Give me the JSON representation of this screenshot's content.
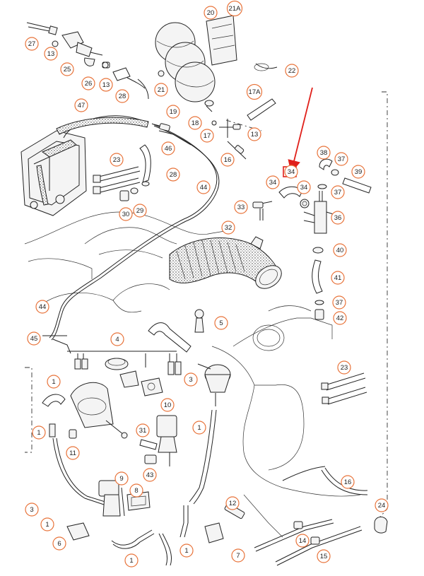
{
  "diagram": {
    "accent_color": "#e8733a",
    "highlight_color": "#e0201b",
    "highlighted_label": "34",
    "callouts": [
      {
        "label": "27"
      },
      {
        "label": "13"
      },
      {
        "label": "25"
      },
      {
        "label": "26"
      },
      {
        "label": "13"
      },
      {
        "label": "28"
      },
      {
        "label": "20"
      },
      {
        "label": "21A"
      },
      {
        "label": "22"
      },
      {
        "label": "21"
      },
      {
        "label": "19"
      },
      {
        "label": "17A"
      },
      {
        "label": "18"
      },
      {
        "label": "17"
      },
      {
        "label": "13"
      },
      {
        "label": "16"
      },
      {
        "label": "47"
      },
      {
        "label": "46"
      },
      {
        "label": "28"
      },
      {
        "label": "23"
      },
      {
        "label": "30"
      },
      {
        "label": "29"
      },
      {
        "label": "44"
      },
      {
        "label": "38"
      },
      {
        "label": "37"
      },
      {
        "label": "39"
      },
      {
        "label": "34"
      },
      {
        "label": "34"
      },
      {
        "label": "34"
      },
      {
        "label": "37"
      },
      {
        "label": "33"
      },
      {
        "label": "36"
      },
      {
        "label": "32"
      },
      {
        "label": "40"
      },
      {
        "label": "41"
      },
      {
        "label": "37"
      },
      {
        "label": "42"
      },
      {
        "label": "44"
      },
      {
        "label": "5"
      },
      {
        "label": "45"
      },
      {
        "label": "4"
      },
      {
        "label": "3"
      },
      {
        "label": "1"
      },
      {
        "label": "23"
      },
      {
        "label": "10"
      },
      {
        "label": "1"
      },
      {
        "label": "31"
      },
      {
        "label": "11"
      },
      {
        "label": "1"
      },
      {
        "label": "43"
      },
      {
        "label": "9"
      },
      {
        "label": "16"
      },
      {
        "label": "8"
      },
      {
        "label": "12"
      },
      {
        "label": "24"
      },
      {
        "label": "3"
      },
      {
        "label": "1"
      },
      {
        "label": "14"
      },
      {
        "label": "6"
      },
      {
        "label": "1"
      },
      {
        "label": "1"
      },
      {
        "label": "7"
      },
      {
        "label": "15"
      }
    ]
  }
}
